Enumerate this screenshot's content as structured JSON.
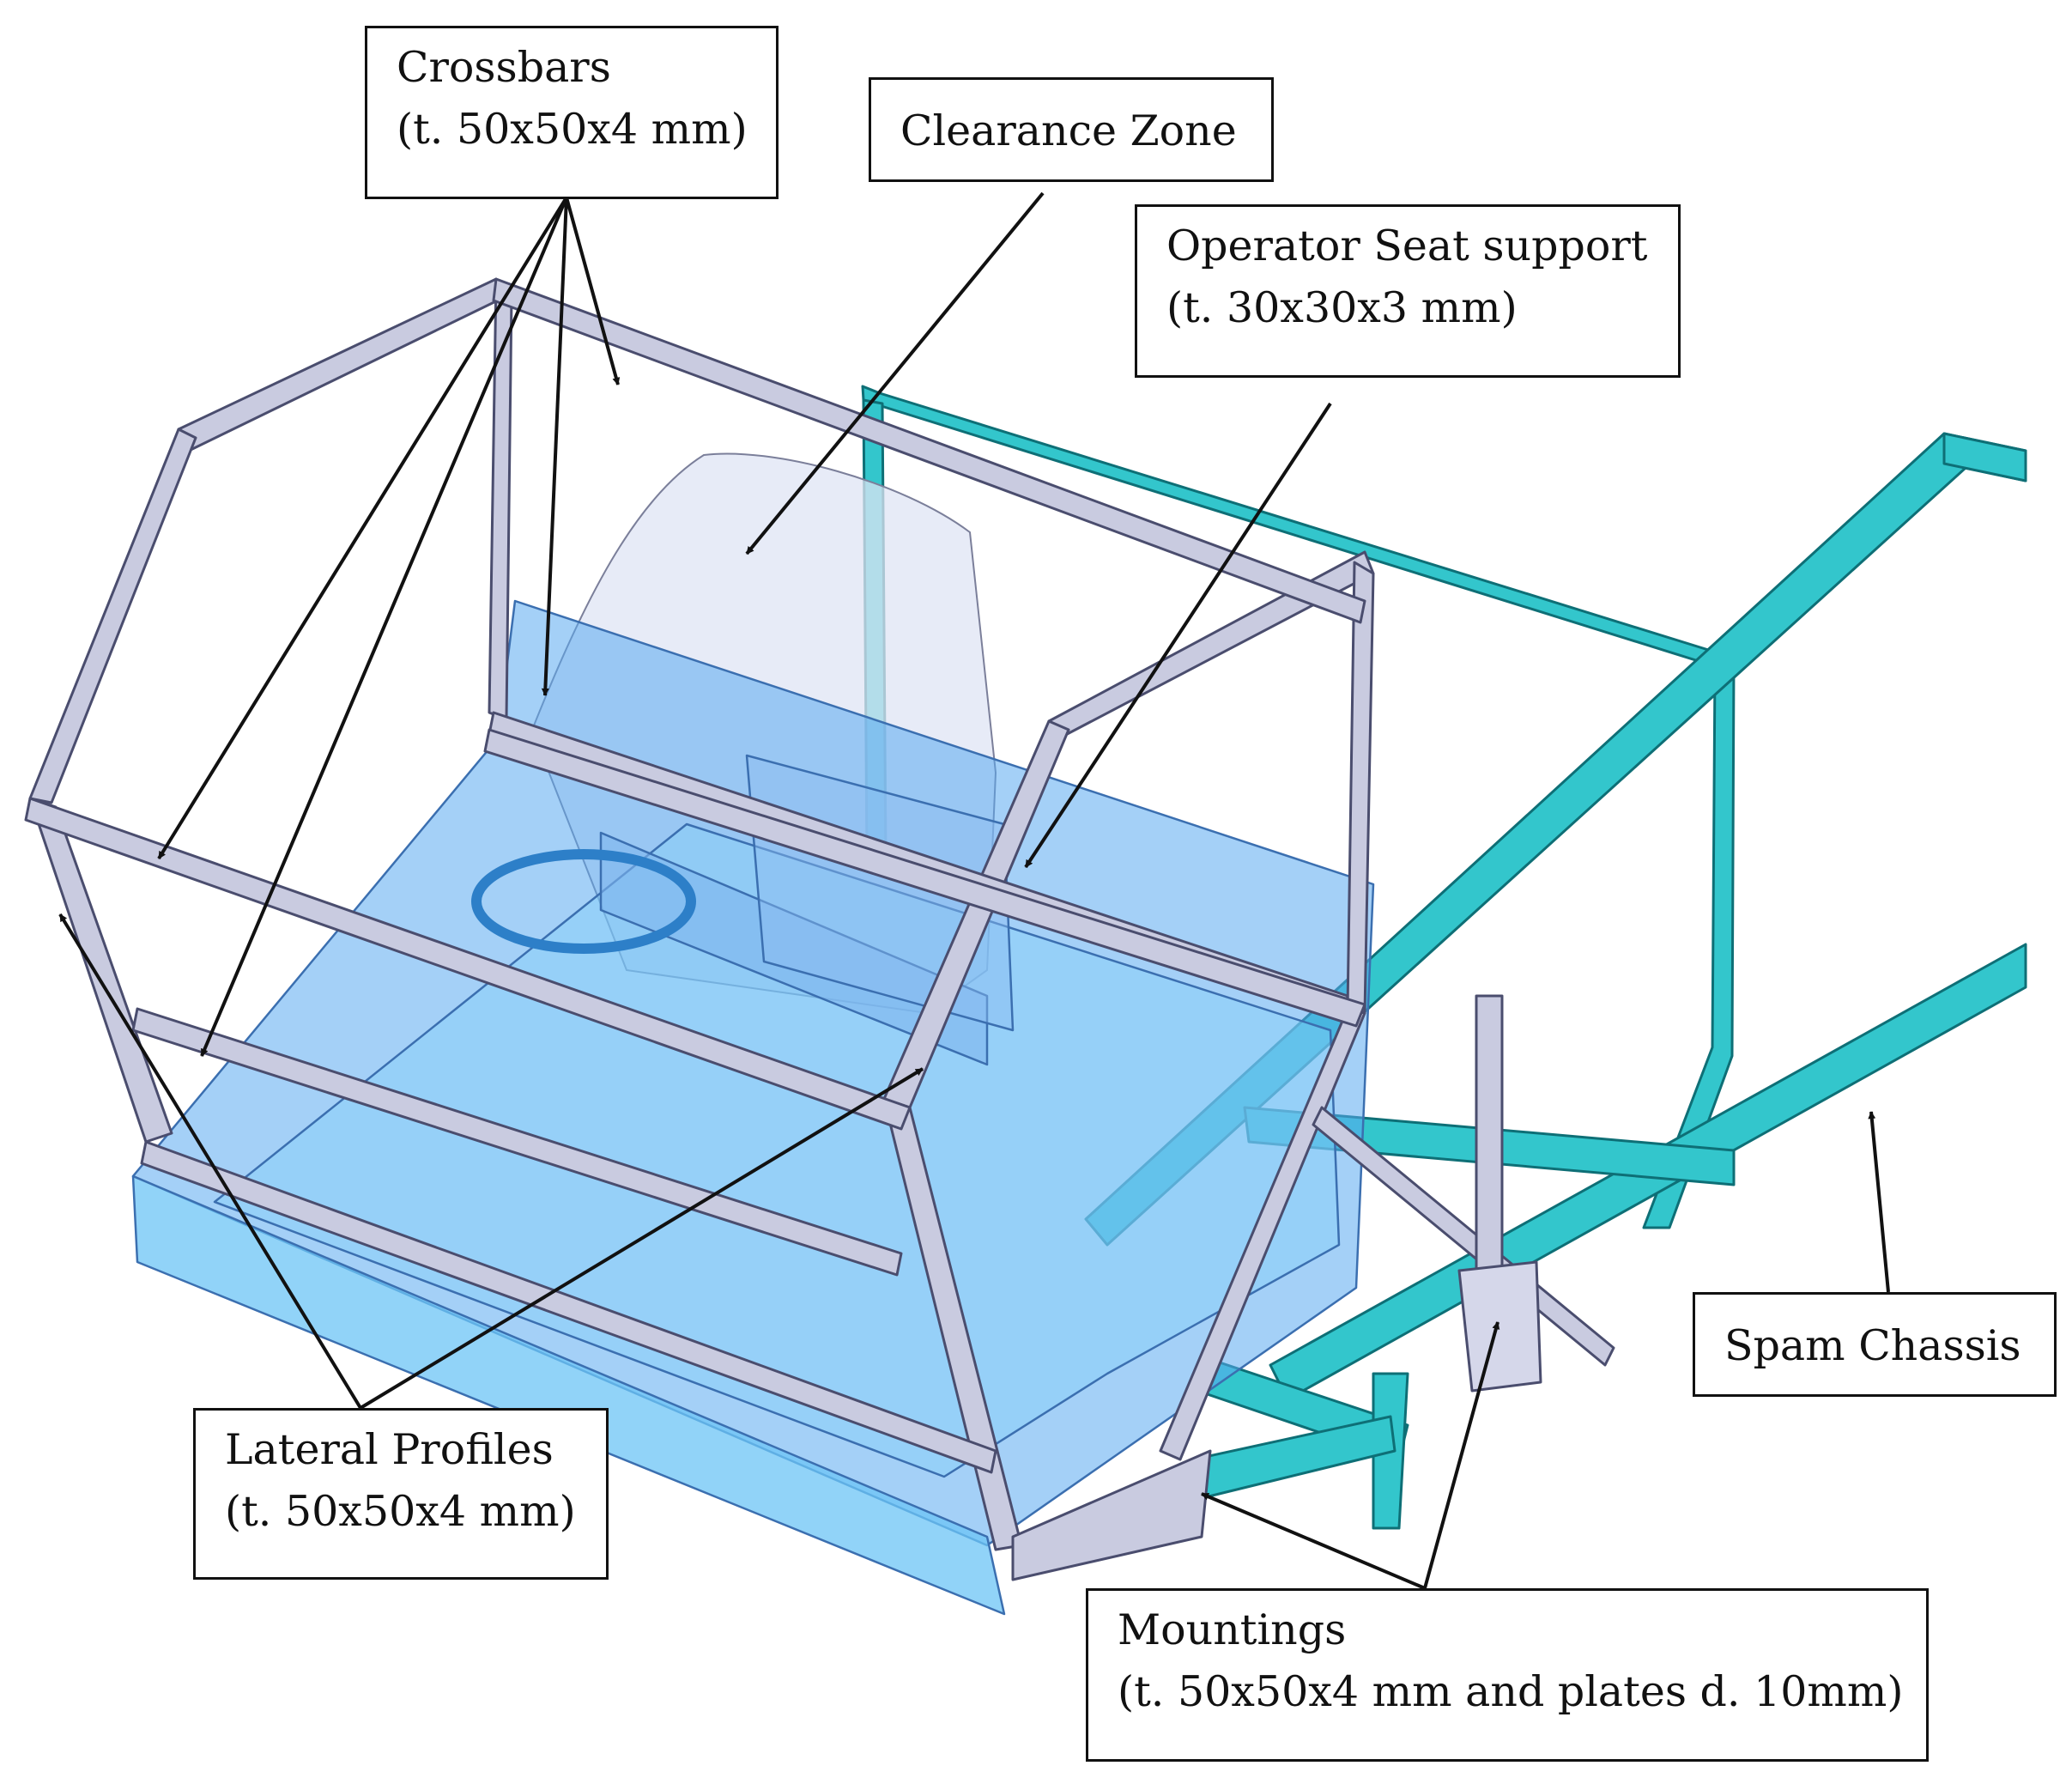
{
  "figure": {
    "labels": {
      "crossbars": {
        "title": "Crossbars",
        "spec": "(t. 50x50x4 mm)"
      },
      "clearance_zone": {
        "title": "Clearance Zone"
      },
      "seat_support": {
        "title": "Operator Seat support",
        "spec": "(t. 30x30x3 mm)"
      },
      "spam_chassis": {
        "title": "Spam Chassis"
      },
      "lateral_profiles": {
        "title": "Lateral Profiles",
        "spec": "(t. 50x50x4 mm)"
      },
      "mountings": {
        "title": "Mountings",
        "spec": "(t. 50x50x4 mm and plates d. 10mm)"
      }
    },
    "colors": {
      "rollover_frame": "#c9cbe0",
      "frame_edge": "#4a4d6e",
      "chassis": "#33c6cc",
      "chassis_edge": "#0e6f76",
      "cabin_glass": "#5aa9f0",
      "clearance_zone": "#dfe4f4",
      "leader_line": "#111111"
    }
  }
}
